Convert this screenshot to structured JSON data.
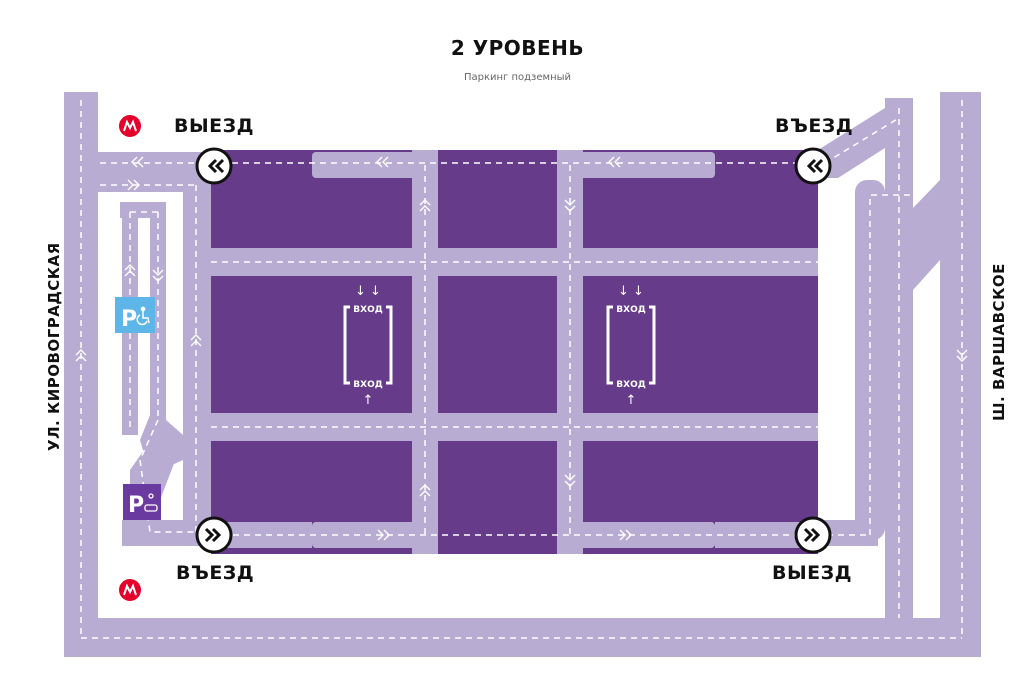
{
  "header": {
    "level_title": "2 УРОВЕНЬ",
    "subtitle": "Паркинг подземный"
  },
  "gates": {
    "exit_top_left": "ВЫЕЗД",
    "entry_top_right": "ВЪЕЗД",
    "entry_bottom_left": "ВЪЕЗД",
    "exit_bottom_right": "ВЫЕЗД"
  },
  "streets": {
    "left": "УЛ. КИРОВОГРАДСКАЯ",
    "right": "Ш. ВАРШАВСКОЕ"
  },
  "entrances": {
    "label": "ВХОД",
    "arrow_down": "↓ ↓",
    "arrow_up": "↑"
  },
  "parking_icons": {
    "accessible": "P",
    "family": "P"
  },
  "metro": {
    "letter": "M",
    "color": "#e4002b"
  },
  "colors": {
    "road": "#b8acd3",
    "lot": "#663b8a",
    "accessible_badge": "#5eb5e8",
    "family_badge": "#6a3aa0"
  }
}
